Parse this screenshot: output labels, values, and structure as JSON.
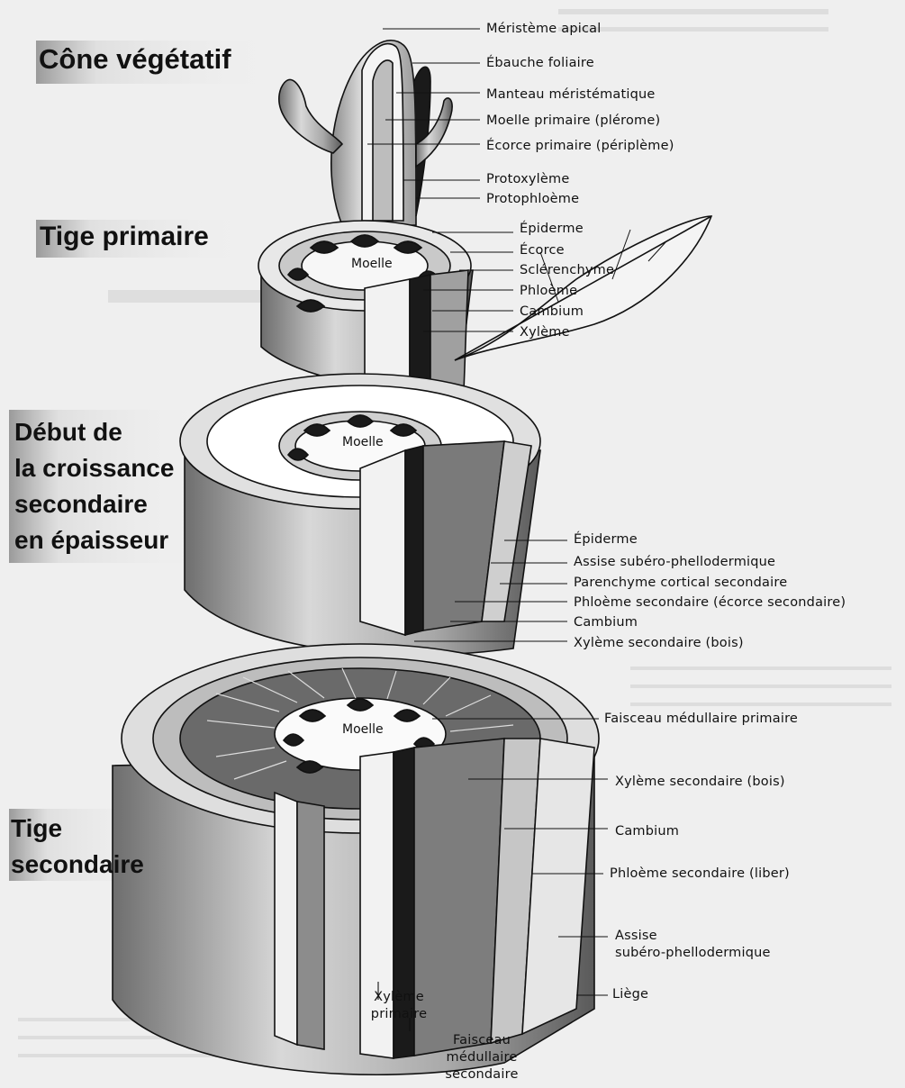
{
  "stages": {
    "cone": "Cône végétatif",
    "tige_primaire": "Tige primaire",
    "debut_l1": "Début de",
    "debut_l2": "la croissance",
    "debut_l3": "secondaire",
    "debut_l4": "en épaisseur",
    "tige_sec_l1": "Tige",
    "tige_sec_l2": "secondaire"
  },
  "labels_cone": [
    "Méristème apical",
    "Ébauche foliaire",
    "Manteau méristématique",
    "Moelle primaire (plérome)",
    "Écorce primaire (périplème)",
    "Protoxylème",
    "Protophloème"
  ],
  "labels_primaire": [
    "Épiderme",
    "Écorce",
    "Sclérenchyme",
    "Phloème",
    "Cambium",
    "Xylème"
  ],
  "labels_debut": [
    "Épiderme",
    "Assise subéro-phellodermique",
    "Parenchyme cortical secondaire",
    "Phloème secondaire (écorce secondaire)",
    "Cambium",
    "Xylème secondaire (bois)"
  ],
  "labels_secondaire": {
    "faisceau_primaire": "Faisceau médullaire primaire",
    "xyleme_sec": "Xylème secondaire (bois)",
    "cambium": "Cambium",
    "phloeme_sec": "Phloème secondaire (liber)",
    "assise_l1": "Assise",
    "assise_l2": "subéro-phellodermique",
    "liege": "Liège",
    "xyleme_prim_l1": "Xylème",
    "xyleme_prim_l2": "primaire",
    "faisceau_sec_l1": "Faisceau",
    "faisceau_sec_l2": "médullaire",
    "faisceau_sec_l3": "secondaire"
  },
  "moelle": "Moelle",
  "colors": {
    "ink": "#111111",
    "tissue_light": "#d9d9d9",
    "tissue_mid": "#9a9a9a",
    "tissue_dark": "#555555",
    "bundle": "#1a1a1a",
    "paper": "#efefef"
  }
}
